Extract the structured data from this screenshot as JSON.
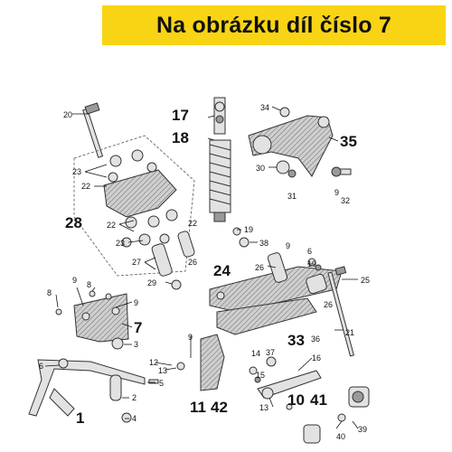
{
  "banner": {
    "text": "Na obrázku díl číslo 7",
    "color": "#f9d414"
  },
  "labels": {
    "l1": "1",
    "l2": "2",
    "l3": "3",
    "l4": "4",
    "l5": "5",
    "l6a": "6",
    "l6b": "6",
    "l7": "7",
    "l8a": "8",
    "l8b": "8",
    "l9a": "9",
    "l9b": "9",
    "l9c": "9",
    "l9d": "9",
    "l10": "10",
    "l11": "11",
    "l12": "12",
    "l13": "13",
    "l14": "14",
    "l15": "15",
    "l16": "16",
    "l17": "17",
    "l18": "18",
    "l19": "19",
    "l20": "20",
    "l21": "21",
    "l22a": "22",
    "l22b": "22",
    "l22c": "22",
    "l23a": "23",
    "l23b": "23",
    "l24": "24",
    "l25": "25",
    "l26a": "26",
    "l26b": "26",
    "l27": "27",
    "l28": "28",
    "l29": "29",
    "l30": "30",
    "l31": "31",
    "l32": "32",
    "l33": "33",
    "l34": "34",
    "l35": "35",
    "l36": "36",
    "l37": "37",
    "l38": "38",
    "l39": "39",
    "l40": "40",
    "l41": "41",
    "l42": "42"
  }
}
